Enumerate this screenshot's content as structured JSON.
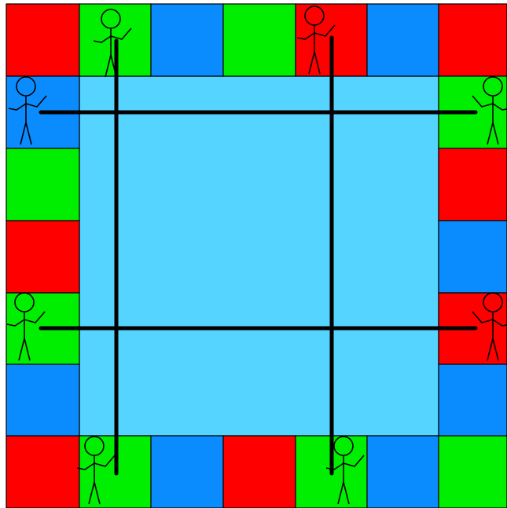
{
  "colors": {
    "red": "#ff0000",
    "green": "#00ee00",
    "blue": "#0a8cff",
    "center": "#55d4ff",
    "line": "#000000"
  },
  "grid": {
    "rows": 7,
    "cols": 7
  },
  "border_squares": {
    "top": [
      "red",
      "green",
      "blue",
      "green",
      "red",
      "blue",
      "red"
    ],
    "right": [
      "green",
      "red",
      "blue",
      "red",
      "blue"
    ],
    "bottom": [
      "red",
      "green",
      "blue",
      "red",
      "green",
      "blue",
      "green"
    ],
    "left": [
      "blue",
      "green",
      "red",
      "green",
      "blue"
    ]
  },
  "ropes": {
    "count": 4,
    "orientation": [
      "vertical",
      "vertical",
      "horizontal",
      "horizontal"
    ]
  },
  "players": [
    {
      "name": "stick-figure",
      "side": "top",
      "square": 1
    },
    {
      "name": "stick-figure",
      "side": "top",
      "square": 4
    },
    {
      "name": "stick-figure",
      "side": "left",
      "square": 0
    },
    {
      "name": "stick-figure",
      "side": "left",
      "square": 3
    },
    {
      "name": "stick-figure",
      "side": "right",
      "square": 0
    },
    {
      "name": "stick-figure",
      "side": "right",
      "square": 3
    },
    {
      "name": "stick-figure",
      "side": "bottom",
      "square": 1
    },
    {
      "name": "stick-figure",
      "side": "bottom",
      "square": 4
    }
  ]
}
